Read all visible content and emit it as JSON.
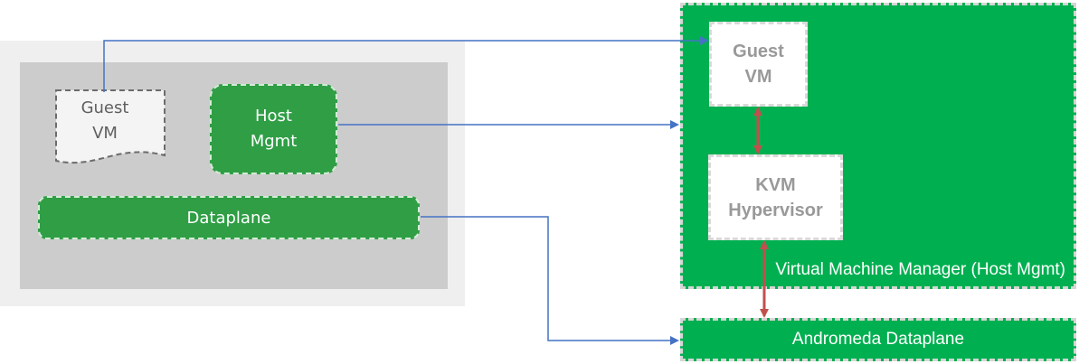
{
  "left_panel": {
    "guest_vm_line1": "Guest",
    "guest_vm_line2": "VM",
    "host_mgmt_line1": "Host",
    "host_mgmt_line2": "Mgmt",
    "dataplane": "Dataplane"
  },
  "right_panel": {
    "guest_vm_line1": "Guest",
    "guest_vm_line2": "VM",
    "kvm_line1": "KVM",
    "kvm_line2": "Hypervisor",
    "vmm_label": "Virtual Machine Manager (Host Mgmt)",
    "andromeda": "Andromeda Dataplane"
  },
  "colors": {
    "host_green": "#2f9e45",
    "vmm_green": "#00b050",
    "connector_blue": "#4472c4",
    "link_red": "#c0504d"
  }
}
